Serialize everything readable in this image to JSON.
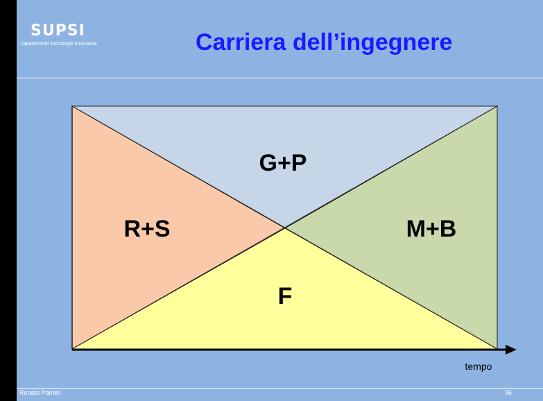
{
  "header": {
    "logo_text": "SUPSI",
    "logo_subtitle": "Dipartimento Tecnologie Innovative",
    "title": "Carriera dell’ingegnere"
  },
  "diagram": {
    "regions": {
      "top": "G+P",
      "left": "R+S",
      "right": "M+B",
      "bottom": "F"
    },
    "colors": {
      "top": "#c6d5e7",
      "left": "#f9c9a9",
      "right": "#c9d9ac",
      "bottom": "#ffff9c"
    },
    "axis_label": "tempo"
  },
  "footer": {
    "author": "Renato Pamini",
    "page_number": "96"
  }
}
